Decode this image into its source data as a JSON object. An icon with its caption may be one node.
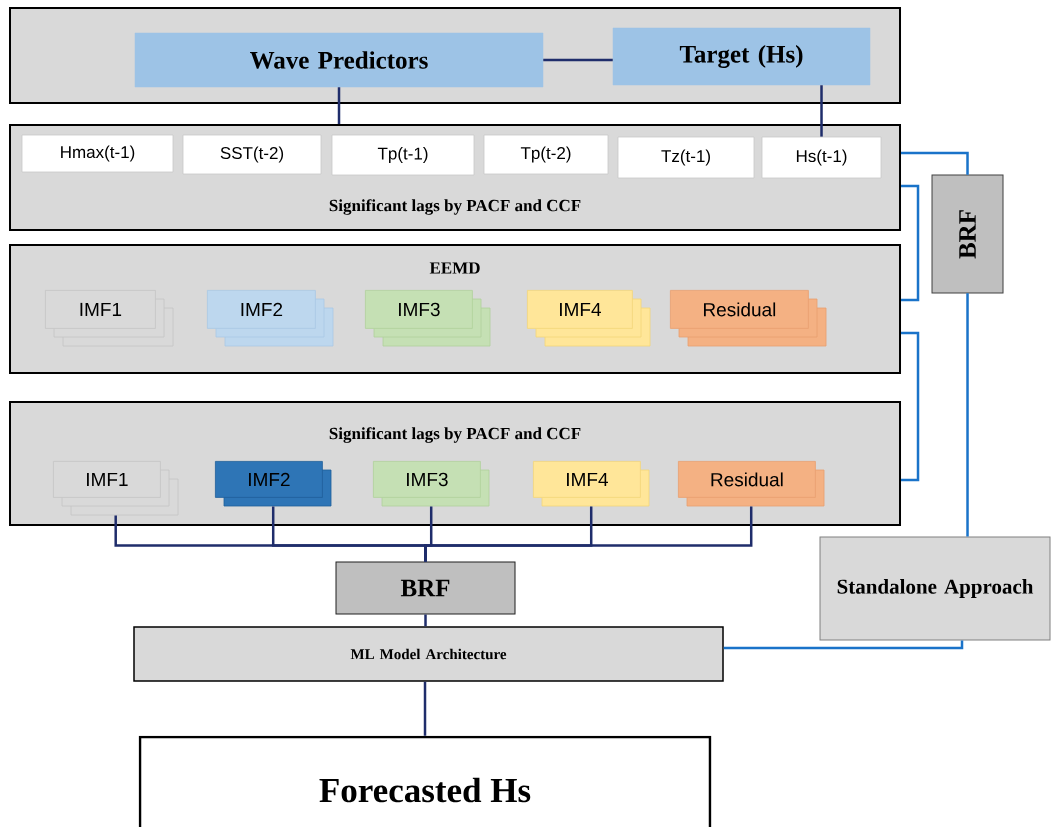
{
  "diagram": {
    "nodes": [
      {
        "text": [],
        "shape": "box"
      },
      {
        "text": [
          "Wave Predictors"
        ],
        "in": 0
      },
      {
        "text": [
          "Target (Hs)"
        ],
        "in": 0
      },
      {
        "text": [
          "Significant lags by PACF and CCF"
        ]
      },
      {
        "text": [
          "Hmax(t-1)"
        ],
        "in": 3
      },
      {
        "text": [
          "SST(t-2)"
        ],
        "in": 3
      },
      {
        "text": [
          "Tp(t-1)"
        ],
        "in": 3
      },
      {
        "text": [
          "Tp(t-2)"
        ],
        "in": 3
      },
      {
        "text": [
          "Tz(t-1)"
        ],
        "in": 3
      },
      {
        "text": [
          "Hs(t-1)"
        ],
        "in": 3
      },
      {
        "text": [
          "EEMD"
        ]
      },
      {
        "text": [
          "IMF1"
        ],
        "in": 10
      },
      {
        "text": [
          "IMF2"
        ],
        "in": 10
      },
      {
        "text": [
          "IMF3"
        ],
        "in": 10
      },
      {
        "text": [
          "IMF4"
        ],
        "in": 10
      },
      {
        "text": [
          "Residual"
        ],
        "in": 10
      },
      {
        "text": [
          "Significant lags by PACF and CCF"
        ]
      },
      {
        "text": [
          "IMF1"
        ],
        "in": 16
      },
      {
        "text": [
          "IMF2"
        ],
        "in": 16
      },
      {
        "text": [
          "IMF3"
        ],
        "in": 16
      },
      {
        "text": [
          "IMF4"
        ],
        "in": 16
      },
      {
        "text": [
          "Residual"
        ],
        "in": 16
      },
      {
        "text": [
          "BRF"
        ]
      },
      {
        "text": [
          "BRF"
        ]
      },
      {
        "text": [
          "ML Model Architecture"
        ]
      },
      {
        "text": [
          "Standalone Approach"
        ]
      },
      {
        "text": [
          "Forecasted Hs"
        ]
      }
    ],
    "edges": [
      {
        "from": 1,
        "to": 2,
        "arrow": "none"
      },
      {
        "from": 1,
        "to": 3,
        "arrow": "none"
      },
      {
        "from": 2,
        "to": 9,
        "arrow": "none"
      },
      {
        "from": 3,
        "to": 22,
        "arrow": "none",
        "color": "#1a73c9"
      },
      {
        "from": 3,
        "to": 10,
        "arrow": "none",
        "color": "#1a73c9"
      },
      {
        "from": 10,
        "to": 16,
        "arrow": "none",
        "color": "#1a73c9"
      },
      {
        "from": 22,
        "to": 25,
        "arrow": "none",
        "color": "#1a73c9"
      },
      {
        "from": 25,
        "to": 24,
        "arrow": "none",
        "color": "#1a73c9"
      },
      {
        "from": 17,
        "to": 23,
        "arrow": "none"
      },
      {
        "from": 18,
        "to": 23,
        "arrow": "none"
      },
      {
        "from": 19,
        "to": 23,
        "arrow": "none"
      },
      {
        "from": 20,
        "to": 23,
        "arrow": "none"
      },
      {
        "from": 21,
        "to": 23,
        "arrow": "none"
      },
      {
        "from": 23,
        "to": 24,
        "arrow": "none"
      },
      {
        "from": 24,
        "to": 26,
        "arrow": "none"
      }
    ]
  }
}
